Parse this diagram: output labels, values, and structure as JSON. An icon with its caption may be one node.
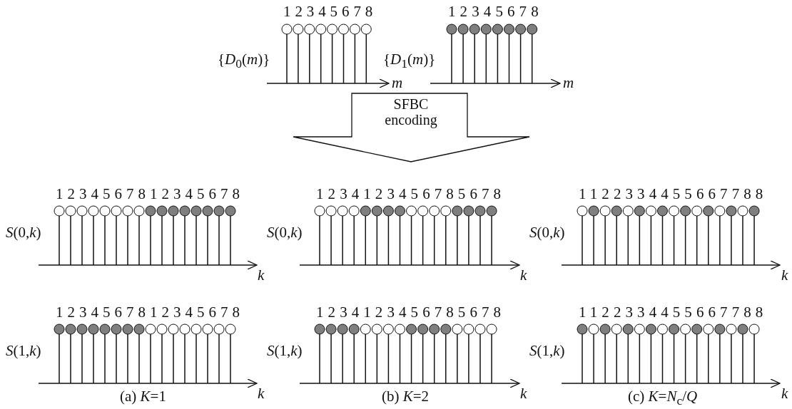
{
  "diagram": {
    "nodes": [
      {
        "text": [
          "SFBC encoding"
        ]
      }
    ],
    "labels": [
      "12345678",
      "12345678",
      "{*D*$_{0}$(*m*)}",
      "{*D*$_{1}$(*m*)}",
      "*m*",
      "*m*",
      "1234567812345678",
      "1234123456785678",
      "1122334455667788",
      "*S*(0,*k*)",
      "*S*(0,*k*)",
      "*S*(0,*k*)",
      "*k*",
      "*k*",
      "*k*",
      "1234567812345678",
      "1234123456785678",
      "1122334455667788",
      "*S*(1,*k*)",
      "*S*(1,*k*)",
      "*S*(1,*k*)",
      "*k*",
      "*k*",
      "*k*",
      "(a) *K*=1",
      "(b) *K*=2",
      "(c) *K*=*N*$_{c}$/*Q*"
    ]
  }
}
